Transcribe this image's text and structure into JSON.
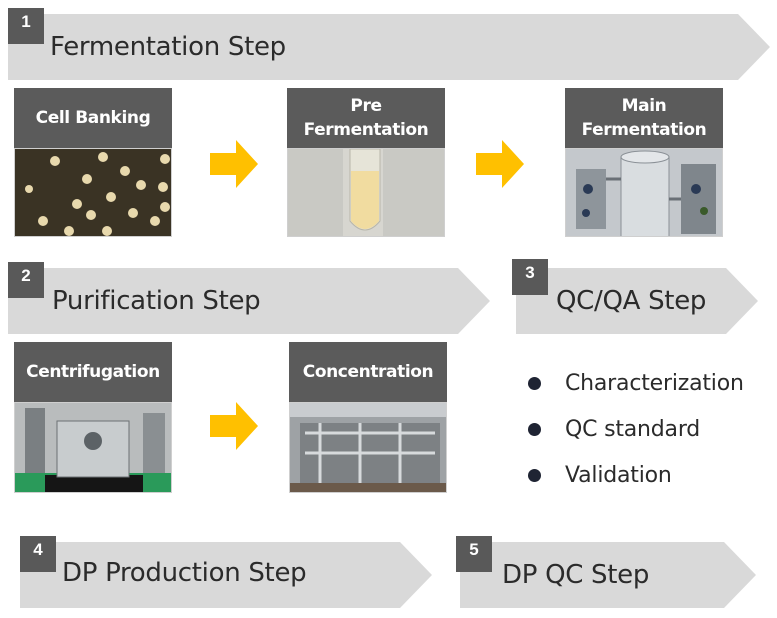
{
  "steps": [
    {
      "number": "1",
      "title": "Fermentation Step"
    },
    {
      "number": "2",
      "title": "Purification Step"
    },
    {
      "number": "3",
      "title": "QC/QA Step"
    },
    {
      "number": "4",
      "title": "DP Production Step"
    },
    {
      "number": "5",
      "title": "DP QC Step"
    }
  ],
  "fermentation": {
    "cell_banking": "Cell Banking",
    "pre_fermentation": "Pre\nFermentation",
    "main_fermentation": "Main\nFermentation"
  },
  "purification": {
    "centrifugation": "Centrifugation",
    "concentration": "Concentration"
  },
  "qc_items": [
    "Characterization",
    "QC standard",
    "Validation"
  ],
  "colors": {
    "banner_fill": "#d9d9d9",
    "badge": "#595959",
    "label_box": "#5b5b5b",
    "arrow": "#ffc000",
    "bullet": "#1f2433"
  }
}
